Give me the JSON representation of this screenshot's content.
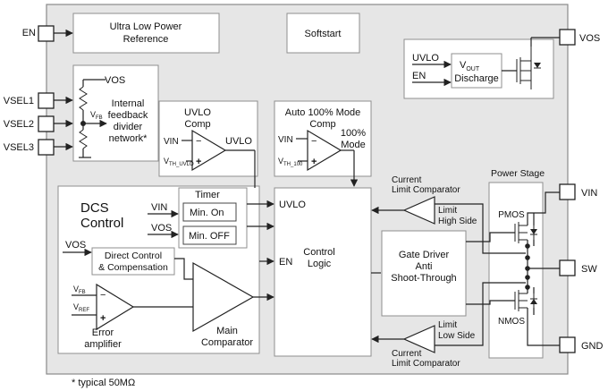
{
  "pins": {
    "en": "EN",
    "vsel1": "VSEL1",
    "vsel2": "VSEL2",
    "vsel3": "VSEL3",
    "vos": "VOS",
    "vin": "VIN",
    "sw": "SW",
    "gnd": "GND"
  },
  "blocks": {
    "ulp_line1": "Ultra Low Power",
    "ulp_line2": "Reference",
    "softstart": "Softstart",
    "discharge_uvlo": "UVLO",
    "discharge_en": "EN",
    "discharge_vout": "V",
    "discharge_vout_sub": "OUT",
    "discharge_label": "Discharge",
    "fb_vos": "VOS",
    "fb_vfb": "V",
    "fb_vfb_sub": "FB",
    "fb_line1": "Internal",
    "fb_line2": "feedback",
    "fb_line3": "divider",
    "fb_line4": "network*",
    "uvlo_comp_line1": "UVLO",
    "uvlo_comp_line2": "Comp",
    "uvlo_vin": "VIN",
    "uvlo_out": "UVLO",
    "uvlo_vth": "V",
    "uvlo_vth_sub": "TH_UVLO",
    "auto_line1": "Auto 100% Mode",
    "auto_line2": "Comp",
    "auto_vin": "VIN",
    "auto_vth": "V",
    "auto_vth_sub": "TH_100",
    "auto_out1": "100%",
    "auto_out2": "Mode",
    "dcs_line1": "DCS",
    "dcs_line2": "Control",
    "timer": "Timer",
    "timer_vin": "VIN",
    "timer_vos": "VOS",
    "min_on": "Min. On",
    "min_off": "Min. OFF",
    "dc_vos": "VOS",
    "dc_line1": "Direct Control",
    "dc_line2": "& Compensation",
    "err_vfb": "V",
    "err_vfb_sub": "FB",
    "err_vref": "V",
    "err_vref_sub": "REF",
    "err_line1": "Error",
    "err_line2": "amplifier",
    "main_line1": "Main",
    "main_line2": "Comparator",
    "logic_uvlo": "UVLO",
    "logic_en": "EN",
    "logic_line1": "Control",
    "logic_line2": "Logic",
    "gate_line1": "Gate Driver",
    "gate_line2": "Anti",
    "gate_line3": "Shoot-Through",
    "cl_top_line1": "Current",
    "cl_top_line2": "Limit Comparator",
    "cl_top_in1": "Limit",
    "cl_top_in2": "High Side",
    "cl_bot_line1": "Current",
    "cl_bot_line2": "Limit Comparator",
    "cl_bot_in1": "Limit",
    "cl_bot_in2": "Low Side",
    "power_stage": "Power Stage",
    "pmos": "PMOS",
    "nmos": "NMOS",
    "plus": "+",
    "minus": "−"
  },
  "footnote": "* typical 50MΩ"
}
